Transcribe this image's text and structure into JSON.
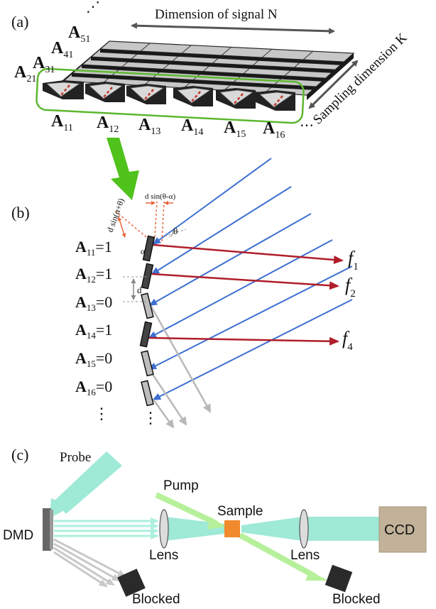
{
  "panels": {
    "a": {
      "label": "(a)",
      "arrow_signal_label": "Dimension of signal N",
      "arrow_sampling_label": "Sampling dimension K",
      "row_labels": [
        {
          "main": "A",
          "sub": "51"
        },
        {
          "main": "A",
          "sub": "41"
        },
        {
          "main": "A",
          "sub": "31"
        },
        {
          "main": "A",
          "sub": "21"
        }
      ],
      "column_labels": [
        {
          "main": "A",
          "sub": "11"
        },
        {
          "main": "A",
          "sub": "12"
        },
        {
          "main": "A",
          "sub": "13"
        },
        {
          "main": "A",
          "sub": "14"
        },
        {
          "main": "A",
          "sub": "15"
        },
        {
          "main": "A",
          "sub": "16"
        }
      ],
      "ellipsis": "⋯",
      "dots_top": "⋰"
    },
    "b": {
      "label": "(b)",
      "angle_label_1": "d sin(α+θ)",
      "angle_label_2": "d sin(θ-α)",
      "theta": "θ",
      "alpha": "α",
      "d": "d",
      "mirror_states": [
        {
          "main": "A",
          "sub": "11",
          "value": "=1"
        },
        {
          "main": "A",
          "sub": "12",
          "value": "=1"
        },
        {
          "main": "A",
          "sub": "13",
          "value": "=0"
        },
        {
          "main": "A",
          "sub": "14",
          "value": "=1"
        },
        {
          "main": "A",
          "sub": "15",
          "value": "=0"
        },
        {
          "main": "A",
          "sub": "16",
          "value": "=0"
        }
      ],
      "outputs": [
        {
          "main": "f",
          "sub": "1"
        },
        {
          "main": "f",
          "sub": "2"
        },
        {
          "main": "f",
          "sub": "4"
        }
      ],
      "vdots": "⋮"
    },
    "c": {
      "label": "(c)",
      "probe": "Probe",
      "pump": "Pump",
      "dmd": "DMD",
      "lens_1": "Lens",
      "sample": "Sample",
      "lens_2": "Lens",
      "ccd": "CCD",
      "blocked_1": "Blocked",
      "blocked_2": "Blocked"
    }
  },
  "colors": {
    "beam_blue": "#3d6fd1",
    "beam_red": "#b01e2a",
    "green_arrow": "#4fc21c",
    "green_outline": "#5cb82f",
    "probe_cyan": "#9fe9d7",
    "pump_green": "#b6f09a",
    "sample_orange": "#f08a2c",
    "ccd_tan": "#c2b29a",
    "grey_beam": "#b8b8b8"
  }
}
